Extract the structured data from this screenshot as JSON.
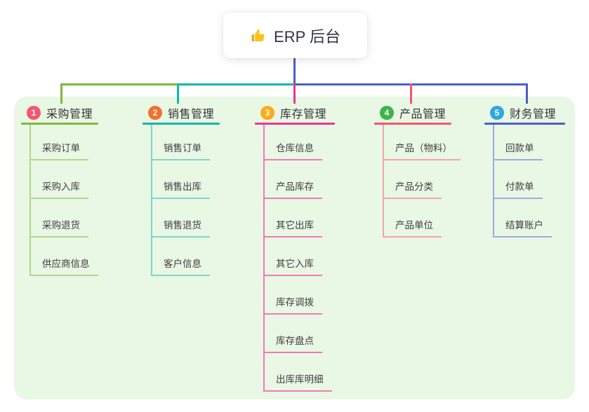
{
  "root": {
    "title": "ERP 后台",
    "icon": "thumbs-up-icon"
  },
  "colors": {
    "panel_bg": "#e9f7e5",
    "root_stem": "#4a5fc8",
    "page_bg": "#ffffff"
  },
  "branches": [
    {
      "number": "1",
      "title": "采购管理",
      "badge_color": "#f5566c",
      "line_color": "#7cb93e",
      "child_line_color": "#b3d88c",
      "children": [
        "采购订单",
        "采购入库",
        "采购退货",
        "供应商信息"
      ]
    },
    {
      "number": "2",
      "title": "销售管理",
      "badge_color": "#f2702c",
      "line_color": "#14b7a7",
      "child_line_color": "#7fd5c9",
      "children": [
        "销售订单",
        "销售出库",
        "销售退货",
        "客户信息"
      ]
    },
    {
      "number": "3",
      "title": "库存管理",
      "badge_color": "#fbab1a",
      "line_color": "#e8368f",
      "child_line_color": "#f07ab8",
      "children": [
        "仓库信息",
        "产品库存",
        "其它出库",
        "其它入库",
        "库存调拨",
        "库存盘点",
        "出库库明细"
      ]
    },
    {
      "number": "4",
      "title": "产品管理",
      "badge_color": "#3bb54a",
      "line_color": "#f5556c",
      "child_line_color": "#f8a3ae",
      "children": [
        "产品（物料）",
        "产品分类",
        "产品单位"
      ]
    },
    {
      "number": "5",
      "title": "财务管理",
      "badge_color": "#2fa7e0",
      "line_color": "#4a5fc8",
      "child_line_color": "#9daade",
      "children": [
        "回款单",
        "付款单",
        "结算账户"
      ]
    }
  ]
}
